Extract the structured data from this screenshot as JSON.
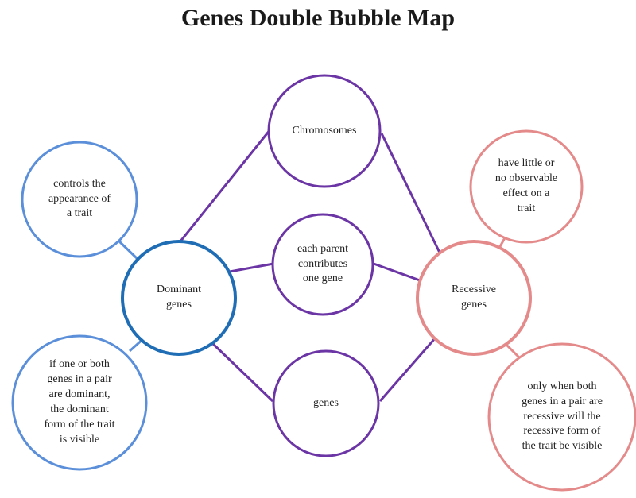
{
  "title": "Genes Double Bubble Map",
  "colors": {
    "left_topic": "#1f6db5",
    "left_traits": "#5b8fd9",
    "shared": "#6b35a5",
    "right_topic": "#e48a8a",
    "right_traits": "#e48a8a"
  },
  "left_topic": {
    "label": "Dominant\ngenes"
  },
  "right_topic": {
    "label": "Recessive\ngenes"
  },
  "shared": [
    {
      "label": "Chromosomes"
    },
    {
      "label": "each parent\ncontributes\none gene"
    },
    {
      "label": "genes"
    }
  ],
  "left_traits": [
    {
      "label": "controls the\nappearance of\na trait"
    },
    {
      "label": "if one or both\ngenes in a pair\nare dominant,\nthe dominant\nform of the trait\nis visible"
    }
  ],
  "right_traits": [
    {
      "label": "have little or\nno observable\neffect on a\ntrait"
    },
    {
      "label": "only when both\ngenes in a pair are\nrecessive will the\nrecessive form of\nthe trait be visible"
    }
  ]
}
